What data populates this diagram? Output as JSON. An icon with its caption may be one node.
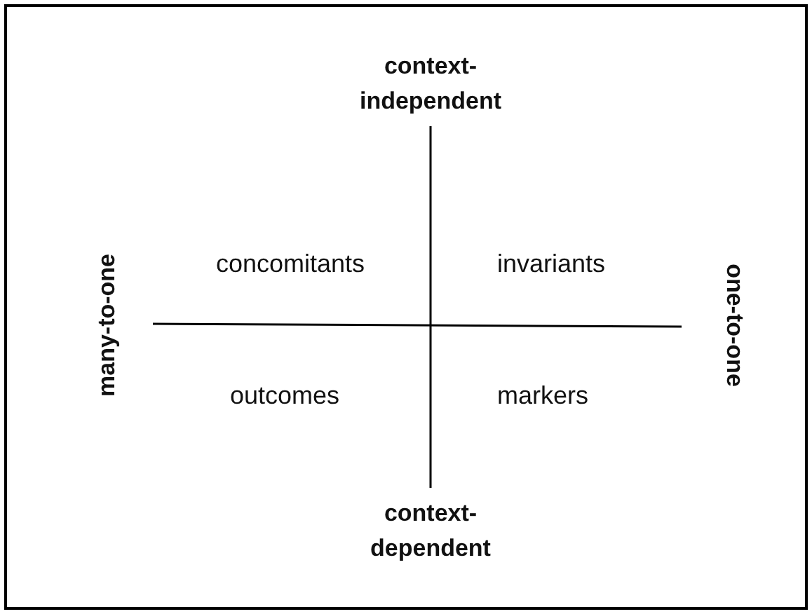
{
  "diagram": {
    "labels": [
      "context- independent",
      "many-to-one",
      "concomitants",
      "invariants",
      "one-to-one",
      "outcomes",
      "markers",
      "context- dependent"
    ]
  }
}
